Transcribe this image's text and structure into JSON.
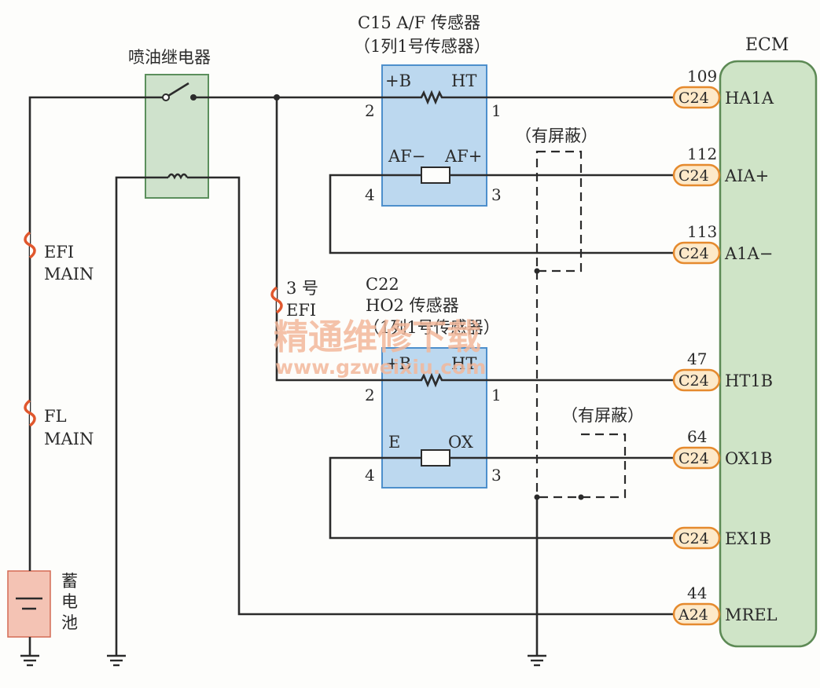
{
  "relay": {
    "label": "喷油继电器"
  },
  "af_sensor": {
    "title": "C15 A/F 传感器",
    "subtitle": "（1列1号传感器）",
    "term_b": "+B",
    "term_ht": "HT",
    "term_afm": "AF−",
    "term_afp": "AF+",
    "pin_2": "2",
    "pin_1": "1",
    "pin_4": "4",
    "pin_3": "3"
  },
  "ho2_sensor": {
    "code": "C22",
    "title": "HO2 传感器",
    "subtitle": "（1列1号传感器）",
    "term_b": "+B",
    "term_ht": "HT",
    "term_e": "E",
    "term_ox": "OX",
    "pin_2": "2",
    "pin_1": "1",
    "pin_4": "4",
    "pin_3": "3"
  },
  "shield_label": "（有屏蔽）",
  "fuses": {
    "efi_main_1": "EFI",
    "efi_main_2": "MAIN",
    "fl_main_1": "FL",
    "fl_main_2": "MAIN",
    "efi3_1": "3 号",
    "efi3_2": "EFI"
  },
  "battery": {
    "c1": "蓄",
    "c2": "电",
    "c3": "池"
  },
  "ecm": {
    "title": "ECM",
    "pins": [
      {
        "num": "109",
        "conn": "C24",
        "name": "HA1A"
      },
      {
        "num": "112",
        "conn": "C24",
        "name": "AIA+"
      },
      {
        "num": "113",
        "conn": "C24",
        "name": "A1A−"
      },
      {
        "num": "47",
        "conn": "C24",
        "name": "HT1B"
      },
      {
        "num": "64",
        "conn": "C24",
        "name": "OX1B"
      },
      {
        "num": "",
        "conn": "C24",
        "name": "EX1B"
      },
      {
        "num": "44",
        "conn": "A24",
        "name": "MREL"
      }
    ]
  },
  "watermark": {
    "line1": "精通维修下载",
    "line2": "www.gzweixiu.com"
  },
  "colors": {
    "sensor_fill": "#bcd8ef",
    "sensor_stroke": "#4d8fcc",
    "relay_fill": "#cfe2cc",
    "relay_stroke": "#5b8f5c",
    "ecm_fill": "#cfe4c7",
    "ecm_stroke": "#5d8a55",
    "conn_fill": "#fde9c9",
    "conn_stroke": "#e58a2e",
    "fuse_color": "#e0572d",
    "battery_fill": "#f4c3b4",
    "watermark": "#f2b79a"
  }
}
